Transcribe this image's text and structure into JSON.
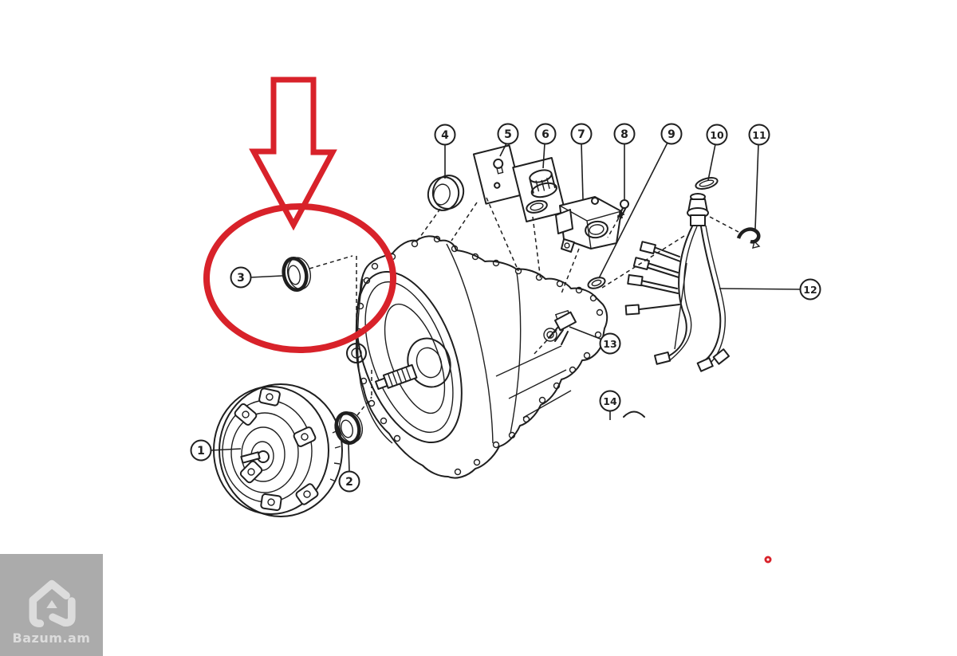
{
  "diagram": {
    "callouts": [
      {
        "label": "1"
      },
      {
        "label": "2"
      },
      {
        "label": "3"
      },
      {
        "label": "4"
      },
      {
        "label": "5"
      },
      {
        "label": "6"
      },
      {
        "label": "7"
      },
      {
        "label": "8"
      },
      {
        "label": "9"
      },
      {
        "label": "10"
      },
      {
        "label": "11"
      },
      {
        "label": "12"
      },
      {
        "label": "13"
      },
      {
        "label": "14"
      }
    ],
    "annotations": {
      "highlight_color": "#d8222a",
      "line_color": "#1f1f1f"
    },
    "watermark": {
      "text": "Bazum.am",
      "logo": "house-icon",
      "bg_color": "#ababab",
      "fg_color": "#dcdcdc"
    }
  }
}
